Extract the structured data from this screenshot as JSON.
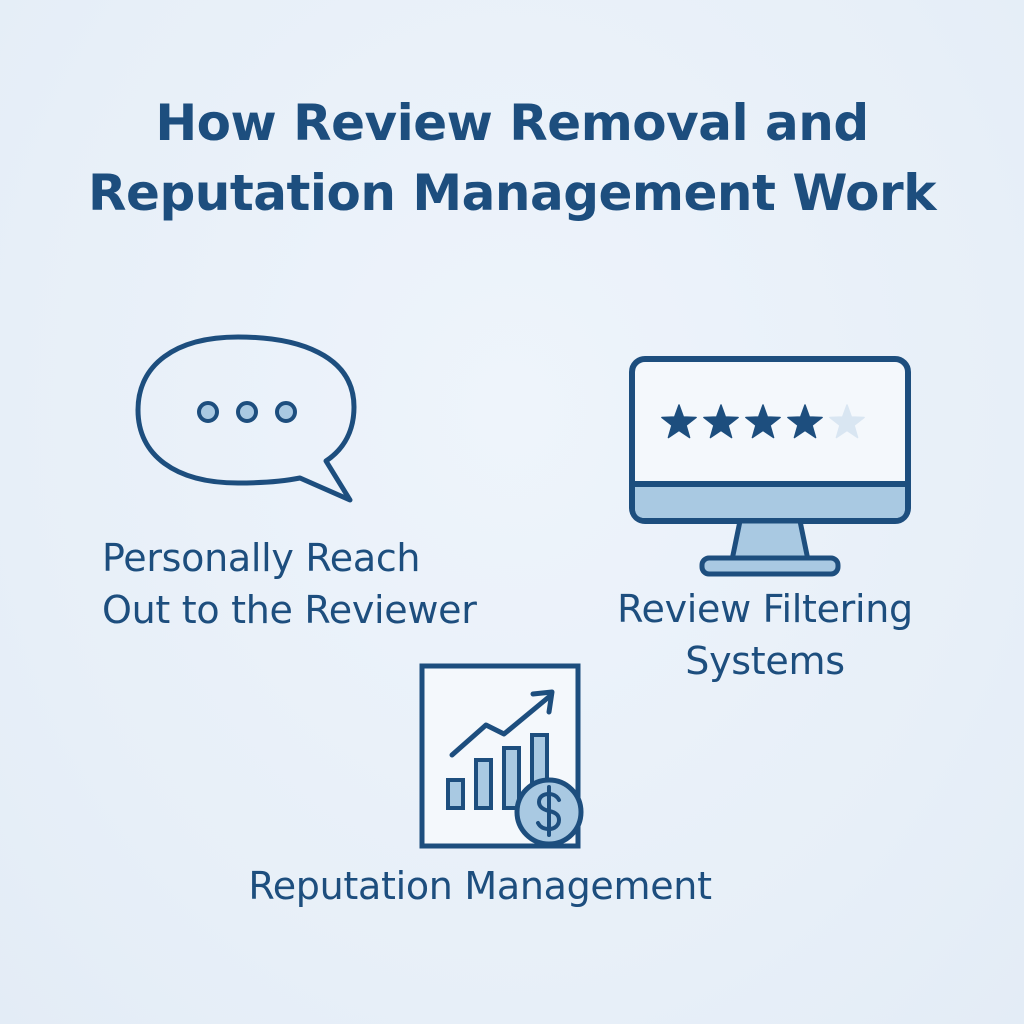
{
  "title": {
    "line1": "How Review Removal and",
    "line2": "Reputation Management Work"
  },
  "items": [
    {
      "id": "reach-out",
      "icon": "chat-bubble-icon",
      "label_line1": "Personally Reach",
      "label_line2": "Out to the Reviewer"
    },
    {
      "id": "filtering",
      "icon": "monitor-star-rating-icon",
      "rating": {
        "filled": 4,
        "total": 5
      },
      "label_line1": "Review Filtering",
      "label_line2": "Systems"
    },
    {
      "id": "reputation",
      "icon": "growth-chart-dollar-icon",
      "label_line1": "Reputation Management"
    }
  ],
  "colors": {
    "primary": "#1d4e7e",
    "light_fill": "#a9c9e2",
    "background": "#e9f1f9"
  }
}
